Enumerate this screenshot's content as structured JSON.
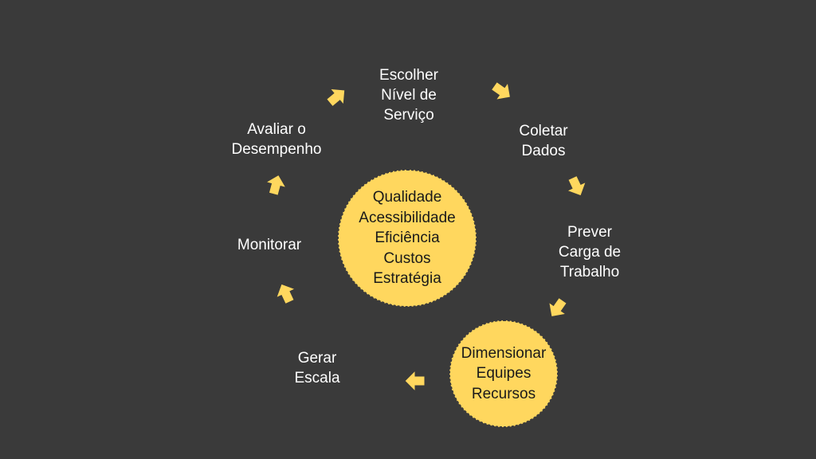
{
  "steps": {
    "escolher": [
      "Escolher",
      "Nível de",
      "Serviço"
    ],
    "coletar": [
      "Coletar",
      "Dados"
    ],
    "prever": [
      "Prever",
      "Carga de",
      "Trabalho"
    ],
    "gerar": [
      "Gerar",
      "Escala"
    ],
    "monitorar": [
      "Monitorar"
    ],
    "avaliar": [
      "Avaliar o",
      "Desempenho"
    ]
  },
  "center_circle": [
    "Qualidade",
    "Acessibilidade",
    "Eficiência",
    "Custos",
    "Estratégia"
  ],
  "dimension_circle": [
    "Dimensionar",
    "Equipes",
    "Recursos"
  ],
  "colors": {
    "background": "#3a3a3a",
    "accent": "#ffd75e",
    "text_light": "#ffffff",
    "text_dark": "#1a1a1a"
  },
  "icons": [
    "arrow-icon"
  ]
}
